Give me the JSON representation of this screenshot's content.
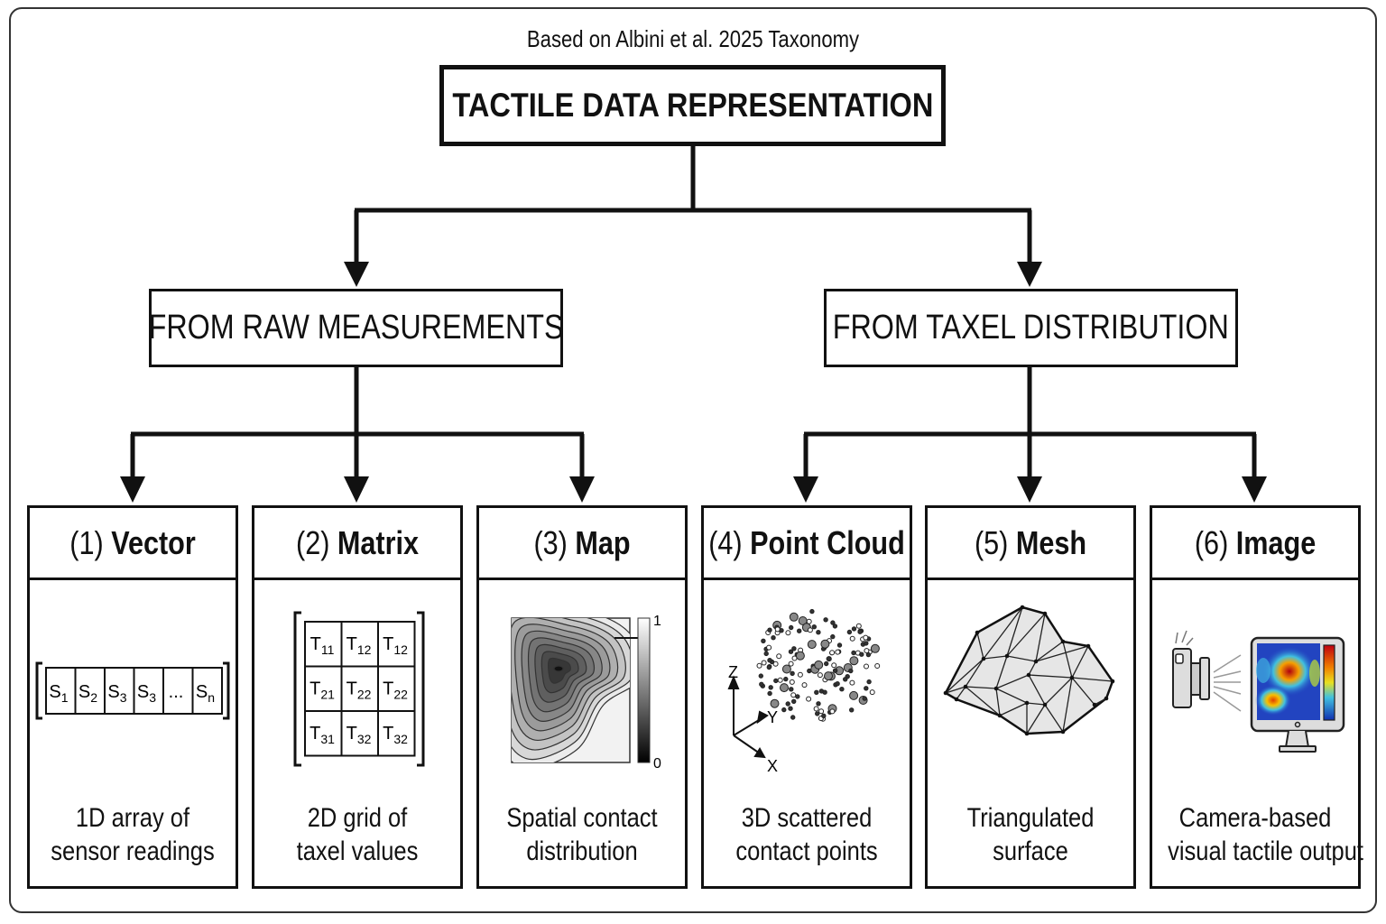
{
  "subtitle": "Based on Albini et al. 2025 Taxonomy",
  "title": "TACTILE DATA REPRESENTATION",
  "categories": [
    {
      "label": "FROM RAW MEASUREMENTS"
    },
    {
      "label": "FROM TAXEL DISTRIBUTION"
    }
  ],
  "cards": [
    {
      "num": "(1)",
      "name": "Vector",
      "desc": [
        "1D array of",
        "sensor readings"
      ]
    },
    {
      "num": "(2)",
      "name": "Matrix",
      "desc": [
        "2D grid of",
        "taxel values"
      ]
    },
    {
      "num": "(3)",
      "name": "Map",
      "desc": [
        "Spatial contact",
        "distribution"
      ]
    },
    {
      "num": "(4)",
      "name": "Point Cloud",
      "desc": [
        "3D scattered",
        "contact points"
      ]
    },
    {
      "num": "(5)",
      "name": "Mesh",
      "desc": [
        "Triangulated",
        "surface"
      ]
    },
    {
      "num": "(6)",
      "name": "Image",
      "desc": [
        "Camera-based",
        "visual tactile output"
      ]
    }
  ],
  "vector_cells": [
    {
      "base": "S",
      "sub": "1"
    },
    {
      "base": "S",
      "sub": "2"
    },
    {
      "base": "S",
      "sub": "3"
    },
    {
      "base": "S",
      "sub": "3"
    },
    {
      "base": "...",
      "sub": ""
    },
    {
      "base": "S",
      "sub": "n"
    }
  ],
  "matrix_cells": [
    [
      {
        "base": "T",
        "sub": "11"
      },
      {
        "base": "T",
        "sub": "12"
      },
      {
        "base": "T",
        "sub": "12"
      }
    ],
    [
      {
        "base": "T",
        "sub": "21"
      },
      {
        "base": "T",
        "sub": "22"
      },
      {
        "base": "T",
        "sub": "22"
      }
    ],
    [
      {
        "base": "T",
        "sub": "31"
      },
      {
        "base": "T",
        "sub": "32"
      },
      {
        "base": "T",
        "sub": "32"
      }
    ]
  ],
  "map_colorbar": {
    "max": "1",
    "min": "0"
  },
  "axes": {
    "z": "Z",
    "y": "Y",
    "x": "X"
  },
  "icons": [
    "camera-icon",
    "monitor-icon"
  ],
  "colors": {
    "border": "#111111",
    "heat_low": "#1f3fbf",
    "heat_high": "#c0001a"
  }
}
